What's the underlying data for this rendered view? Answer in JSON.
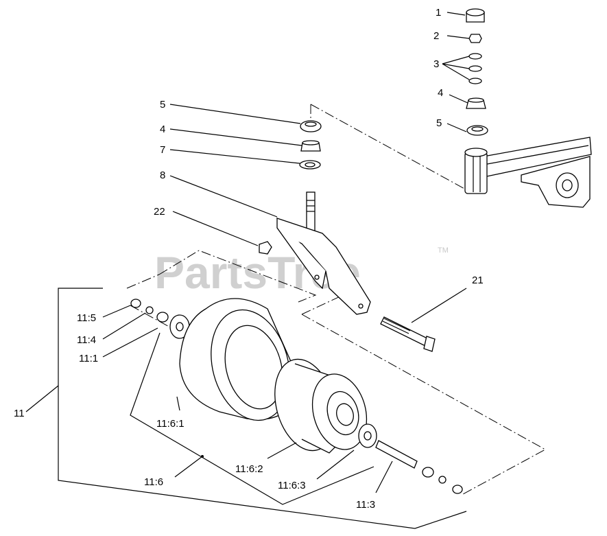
{
  "watermark": {
    "text": "PartsTree",
    "trademark": "TM"
  },
  "callouts": {
    "c1": "1",
    "c2": "2",
    "c3": "3",
    "c4a": "4",
    "c5a": "5",
    "c5b": "5",
    "c4b": "4",
    "c7": "7",
    "c8": "8",
    "c22": "22",
    "c21": "21",
    "c11_5": "11:5",
    "c11_4": "11:4",
    "c11_1": "11:1",
    "c11": "11",
    "c11_6_1": "11:6:1",
    "c11_6_2": "11:6:2",
    "c11_6": "11:6",
    "c11_6_3": "11:6:3",
    "c11_3": "11:3"
  }
}
